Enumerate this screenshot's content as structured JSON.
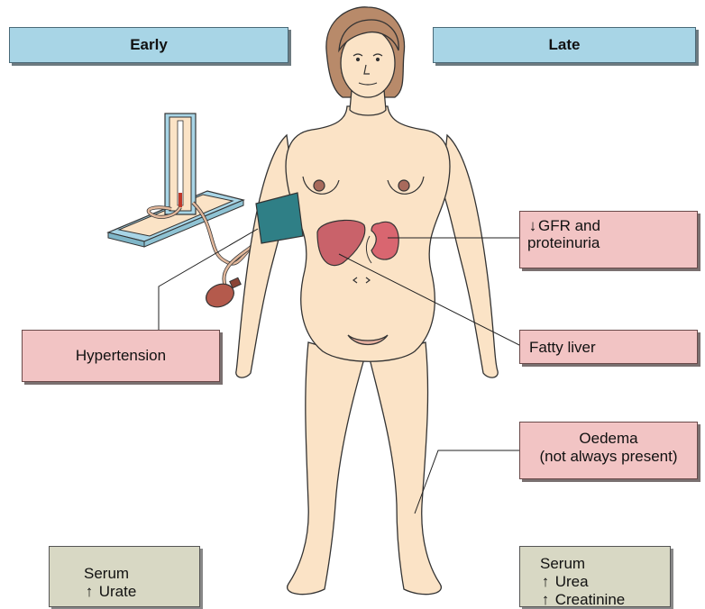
{
  "headers": {
    "early": "Early",
    "late": "Late"
  },
  "labels": {
    "gfr_arrow": "↓",
    "gfr_line1": "GFR and",
    "gfr_line2": "proteinuria",
    "hypertension": "Hypertension",
    "fatty_liver": "Fatty liver",
    "oedema_line1": "Oedema",
    "oedema_line2": "(not always present)"
  },
  "serum_early": {
    "title": "Serum",
    "arrow": "↑",
    "item": "Urate"
  },
  "serum_late": {
    "title": "Serum",
    "arrow": "↑",
    "items": [
      "Urea",
      "Creatinine"
    ]
  },
  "colors": {
    "header_fill": "#a8d5e6",
    "pink_fill": "#f2c4c4",
    "grey_fill": "#d8d8c4",
    "skin": "#fbe3c6",
    "organ": "#d96670",
    "cuff": "#2f7f86"
  },
  "icons": [
    "blood-pressure-monitor-icon",
    "woman-figure",
    "liver-icon",
    "kidney-icon"
  ]
}
